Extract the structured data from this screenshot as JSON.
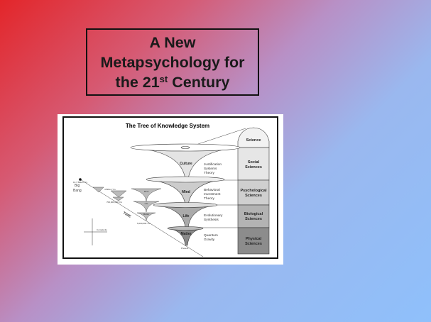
{
  "slide": {
    "title_line1": "A New",
    "title_line2": "Metapsychology for",
    "title_line3_prefix": "the 21",
    "title_line3_sup": "st",
    "title_line3_suffix": " Century"
  },
  "diagram": {
    "title": "The Tree of Knowledge System",
    "columns": [
      "Science",
      "Social Sciences",
      "Psychological Sciences",
      "Biological Sciences",
      "Physical Sciences"
    ],
    "funnels": [
      "Culture",
      "Mind",
      "Life",
      "Matter"
    ],
    "theories": [
      [
        "Justification",
        "Systems",
        "Theory"
      ],
      [
        "Behavioral",
        "Investment",
        "Theory"
      ],
      [
        "Evolutionary",
        "Synthesis"
      ],
      [
        "Quantum",
        "Gravity"
      ]
    ],
    "timeline": {
      "big_bang_1": "Big",
      "big_bang_2": "Bang",
      "t1": "13.7 Billion Yrs",
      "t2": "4 Billion Yrs",
      "t3": "700,000,000 Yrs",
      "t4": "5,000,000 Yrs",
      "present": "Present",
      "time": "TIME",
      "small_funnels": [
        "Mind",
        "Life",
        "Matter"
      ],
      "axis": "Complexity"
    }
  },
  "colors": {
    "column_fills": [
      "#f2f2f2",
      "#e6e6e6",
      "#cfcfcf",
      "#b3b3b3",
      "#8c8c8c"
    ],
    "funnel_fills": [
      "#e4e4e4",
      "#cccccc",
      "#aaaaaa",
      "#8a8a8a"
    ]
  }
}
